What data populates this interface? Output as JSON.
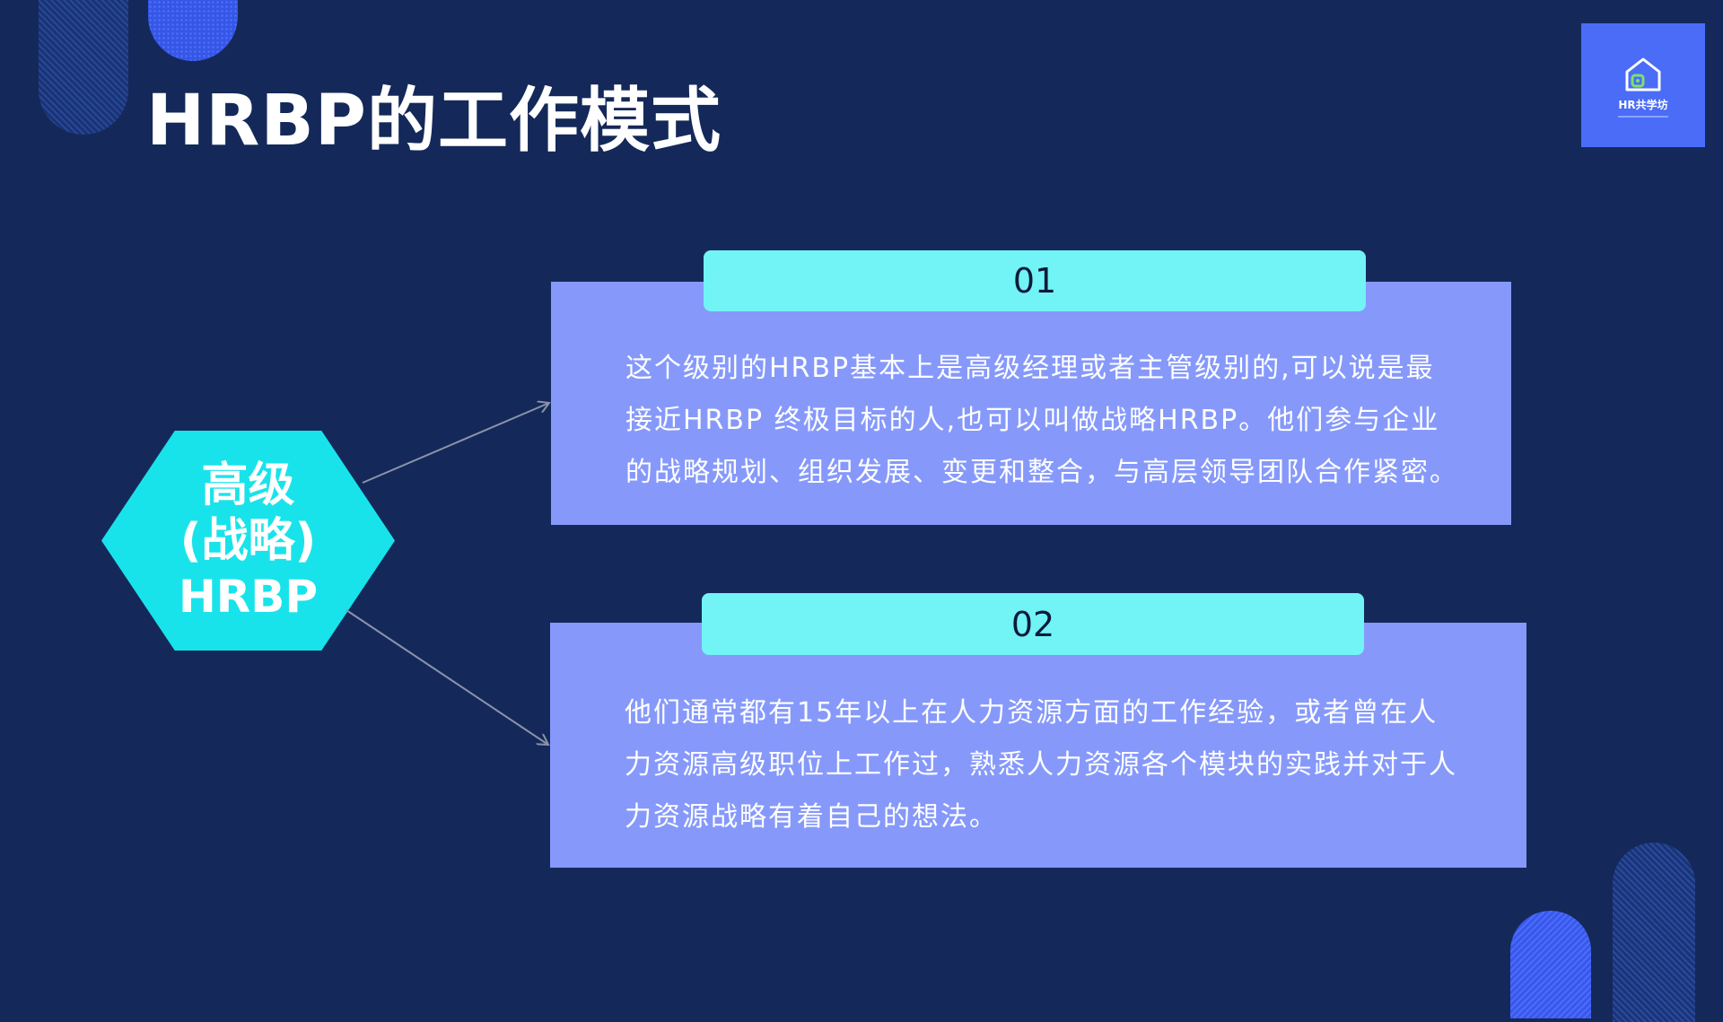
{
  "slide": {
    "title": "HRBP的工作模式"
  },
  "logo": {
    "text": "HR共学坊",
    "icon": "house-icon"
  },
  "hexagon": {
    "line1": "高级",
    "line2": "(战略)",
    "line3": "HRBP"
  },
  "cards": [
    {
      "number": "01",
      "text": "这个级别的HRBP基本上是高级经理或者主管级别的,可以说是最接近HRBP 终极目标的人,也可以叫做战略HRBP。他们参与企业的战略规划、组织发展、变更和整合，与高层领导团队合作紧密。"
    },
    {
      "number": "02",
      "text": "他们通常都有15年以上在人力资源方面的工作经验，或者曾在人力资源高级职位上工作过，熟悉人力资源各个模块的实践并对于人力资源战略有着自己的想法。"
    }
  ],
  "colors": {
    "background": "#14295a",
    "hexagon": "#19e3ea",
    "card": "#8699fb",
    "tab": "#72f3f5",
    "logo_bg": "#4a6cf7"
  }
}
